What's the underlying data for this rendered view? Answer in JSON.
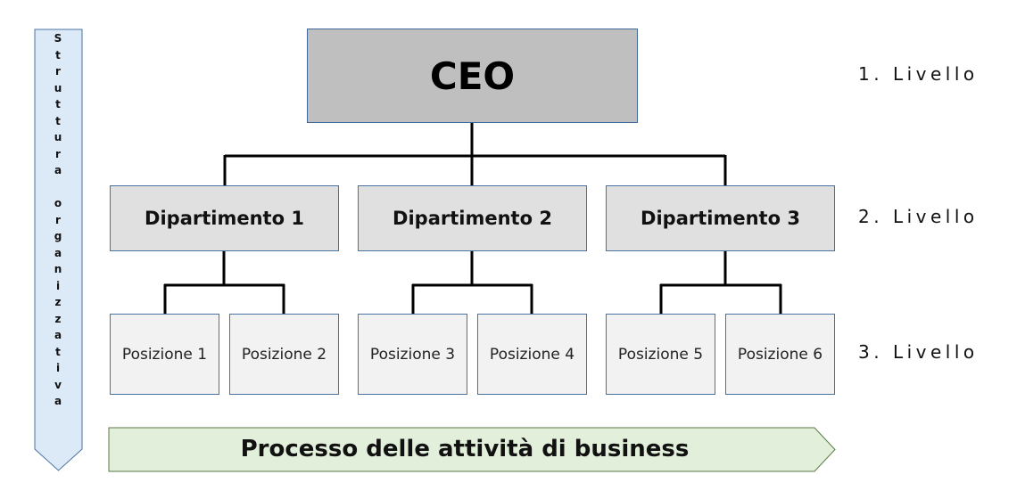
{
  "left_banner": {
    "label": "Struttura organizzativa"
  },
  "ceo": {
    "label": "CEO"
  },
  "departments": [
    {
      "label": "Dipartimento 1"
    },
    {
      "label": "Dipartimento 2"
    },
    {
      "label": "Dipartimento 3"
    }
  ],
  "positions": [
    {
      "label": "Posizione 1"
    },
    {
      "label": "Posizione 2"
    },
    {
      "label": "Posizione 3"
    },
    {
      "label": "Posizione 4"
    },
    {
      "label": "Posizione 5"
    },
    {
      "label": "Posizione 6"
    }
  ],
  "levels": [
    {
      "label": "1. Livello"
    },
    {
      "label": "2. Livello"
    },
    {
      "label": "3. Livello"
    }
  ],
  "process_arrow": {
    "label": "Processo delle attività di business"
  },
  "colors": {
    "ceo_fill": "#bfbfbf",
    "department_fill": "#e0e0e0",
    "position_fill": "#f2f2f2",
    "box_border": "#4a72a1",
    "banner_fill": "#dce9f7",
    "process_fill": "#e2efda",
    "connector": "#000000"
  }
}
